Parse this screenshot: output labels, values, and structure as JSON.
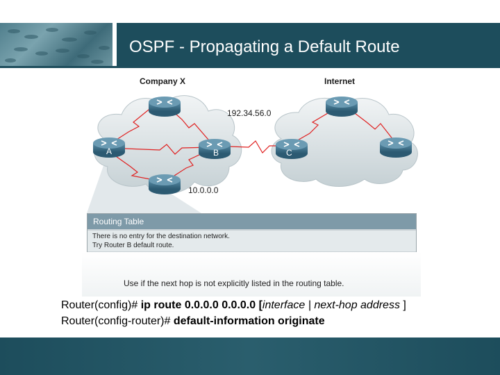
{
  "slide": {
    "title": "OSPF - Propagating a Default Route"
  },
  "diagram": {
    "cloud_left_label": "Company X",
    "cloud_right_label": "Internet",
    "network_top": "192.34.56.0",
    "network_bottom": "10.0.0.0",
    "router_a": "A",
    "router_b": "B",
    "router_c": "C"
  },
  "routing_table": {
    "title": "Routing Table",
    "line1": "There is no entry for the destination network.",
    "line2": "Try Router B default route."
  },
  "note": "Use if the next hop is not explicitly listed in the routing table.",
  "commands": {
    "line1_prefix": "Router(config)# ",
    "line1_cmd": "ip route 0.0.0.0 0.0.0.0 [",
    "line1_arg": "interface | next-hop address",
    "line1_end": " ]",
    "line2_prefix": "Router(config-router)# ",
    "line2_cmd": "default-information originate"
  },
  "colors": {
    "header_bar": "#1d4d5c",
    "link_red": "#e02020",
    "router_blue": "#3a6f8a",
    "cloud": "#dbe3e6"
  }
}
